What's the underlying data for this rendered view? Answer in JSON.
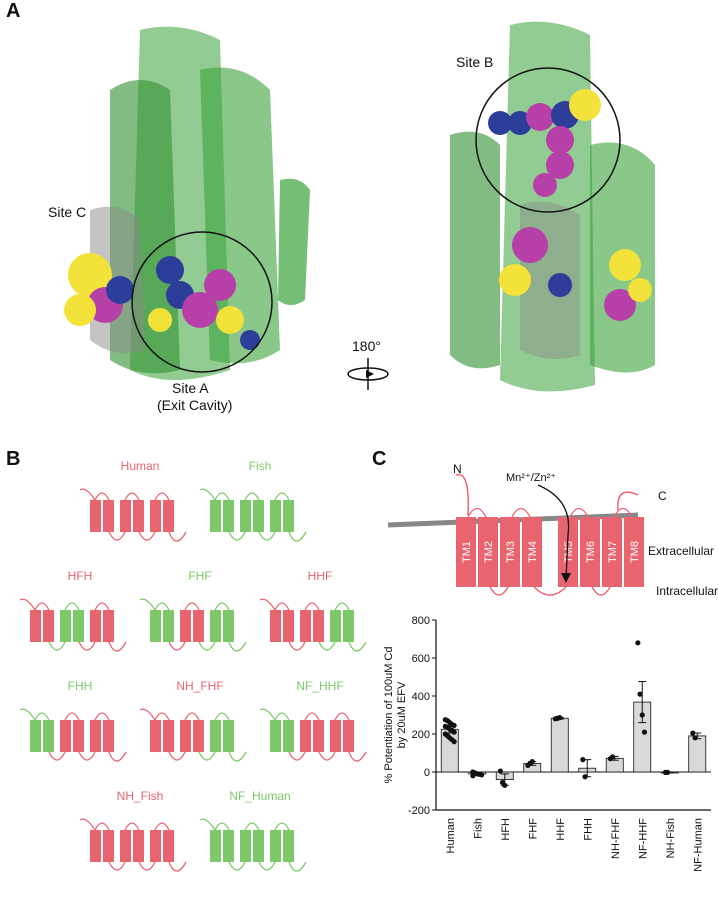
{
  "panels": {
    "a": {
      "letter": "A",
      "site_b": "Site B",
      "site_c": "Site C",
      "site_a": "Site A",
      "site_a_sub": "(Exit Cavity)",
      "rotation": "180°"
    },
    "b": {
      "letter": "B",
      "colors": {
        "human": "#e8646f",
        "fish": "#7dc96a"
      },
      "constructs": [
        {
          "label": "Human",
          "pattern": [
            "H",
            "H",
            "H"
          ],
          "label_color": "#e8646f"
        },
        {
          "label": "Fish",
          "pattern": [
            "F",
            "F",
            "F"
          ],
          "label_color": "#7dc96a"
        },
        {
          "label": "HFH",
          "pattern": [
            "H",
            "F",
            "H"
          ],
          "label_color": "#e8646f"
        },
        {
          "label": "FHF",
          "pattern": [
            "F",
            "H",
            "F"
          ],
          "label_color": "#7dc96a"
        },
        {
          "label": "HHF",
          "pattern": [
            "H",
            "H",
            "F"
          ],
          "label_color": "#e8646f"
        },
        {
          "label": "FHH",
          "pattern": [
            "F",
            "H",
            "H"
          ],
          "label_color": "#7dc96a"
        },
        {
          "label": "NH_FHF",
          "pattern": [
            "H",
            "H",
            "F"
          ],
          "label_color": "#e8646f"
        },
        {
          "label": "NF_HHF",
          "pattern": [
            "F",
            "H",
            "H"
          ],
          "label_color": "#7dc96a"
        },
        {
          "label": "NH_Fish",
          "pattern": [
            "H",
            "H",
            "H"
          ],
          "label_color": "#e8646f"
        },
        {
          "label": "NF_Human",
          "pattern": [
            "F",
            "F",
            "F"
          ],
          "label_color": "#7dc96a"
        }
      ]
    },
    "c": {
      "letter": "C",
      "topology": {
        "n_term": "N",
        "c_term": "C",
        "ion_label": "Mn²⁺/Zn²⁺",
        "extracellular": "Extracellular",
        "intracellular": "Intracellular",
        "helices": [
          "TM1",
          "TM2",
          "TM3",
          "TM4",
          "TM5",
          "TM6",
          "TM7",
          "TM8"
        ]
      }
    }
  },
  "chart_data": {
    "type": "bar",
    "ylabel": "% Potentiation of 100uM Cd by 20uM EFV",
    "ylim": [
      -200,
      800
    ],
    "yticks": [
      -200,
      0,
      200,
      400,
      600,
      800
    ],
    "categories": [
      "Human",
      "Fish",
      "HFH",
      "FHF",
      "HHF",
      "FHH",
      "NH-FHF",
      "NF-HHF",
      "NH-Fish",
      "NF-Human"
    ],
    "values": [
      225,
      -10,
      -40,
      45,
      283,
      20,
      72,
      368,
      -2,
      190
    ],
    "errors": [
      20,
      8,
      30,
      10,
      5,
      45,
      10,
      108,
      2,
      15
    ],
    "points": [
      [
        275,
        270,
        260,
        250,
        245,
        240,
        235,
        225,
        220,
        210,
        200,
        190,
        180,
        170,
        160
      ],
      [
        0,
        -5,
        -10,
        -12,
        -15,
        -20
      ],
      [
        5,
        -55,
        -70
      ],
      [
        35,
        45,
        55
      ],
      [
        280,
        283,
        286
      ],
      [
        65,
        -25
      ],
      [
        70,
        80
      ],
      [
        680,
        410,
        300,
        210
      ],
      [
        -2,
        -2
      ],
      [
        205,
        180
      ]
    ],
    "bar_color": "#d9d9d9"
  }
}
